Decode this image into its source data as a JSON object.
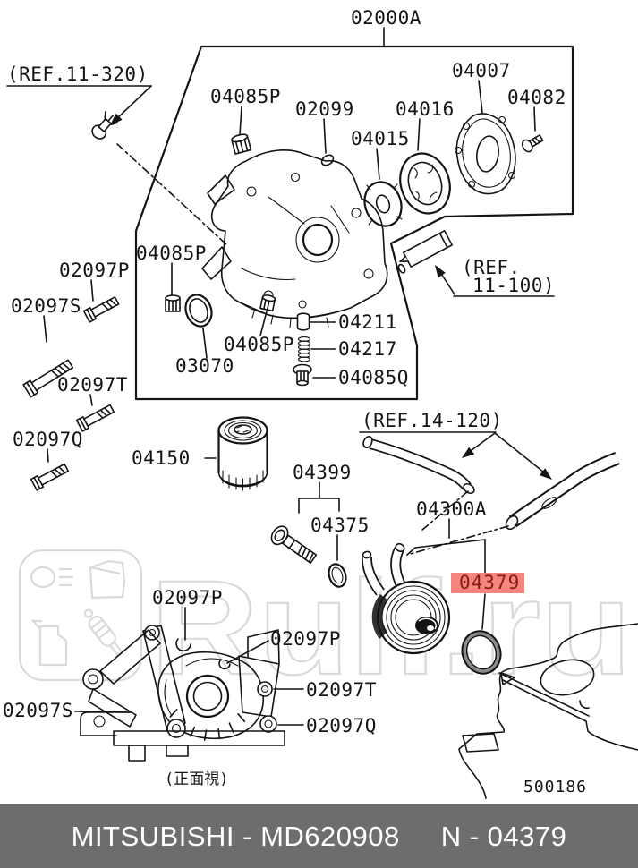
{
  "labels": {
    "assembly": "02000A",
    "ref_11_320": "(REF.11-320)",
    "p04085P_top": "04085P",
    "p02099": "02099",
    "p04015": "04015",
    "p04016": "04016",
    "p04007": "04007",
    "p04082": "04082",
    "p04085P_left": "04085P",
    "p02097P_left": "02097P",
    "p02097S_left": "02097S",
    "p02097T_left": "02097T",
    "p02097Q_left": "02097Q",
    "p04085P_center": "04085P",
    "p03070": "03070",
    "p04211": "04211",
    "p04217": "04217",
    "p04085Q": "04085Q",
    "ref_11_100_line1": "(REF.",
    "ref_11_100_line2": "11-100)",
    "ref_14_120": "(REF.14-120)",
    "p04150": "04150",
    "p04399": "04399",
    "p04375": "04375",
    "p04300A": "04300A",
    "p02097P_bottom": "02097P",
    "p02097P_bottom2": "02097P",
    "p02097S_bottom": "02097S",
    "p02097T_bottom": "02097T",
    "p02097Q_bottom": "02097Q"
  },
  "highlight": {
    "part": "04379",
    "bg": "#f5867f",
    "fg": "#8c1a13"
  },
  "view_caption": "(正面視)",
  "stamp": "500186",
  "footer": {
    "left": "MITSUBISHI - MD620908",
    "right": "N - 04379",
    "bg": "#6d6d6d"
  },
  "watermark": {
    "text": "Rulf.ru",
    "color": "#dadada"
  }
}
